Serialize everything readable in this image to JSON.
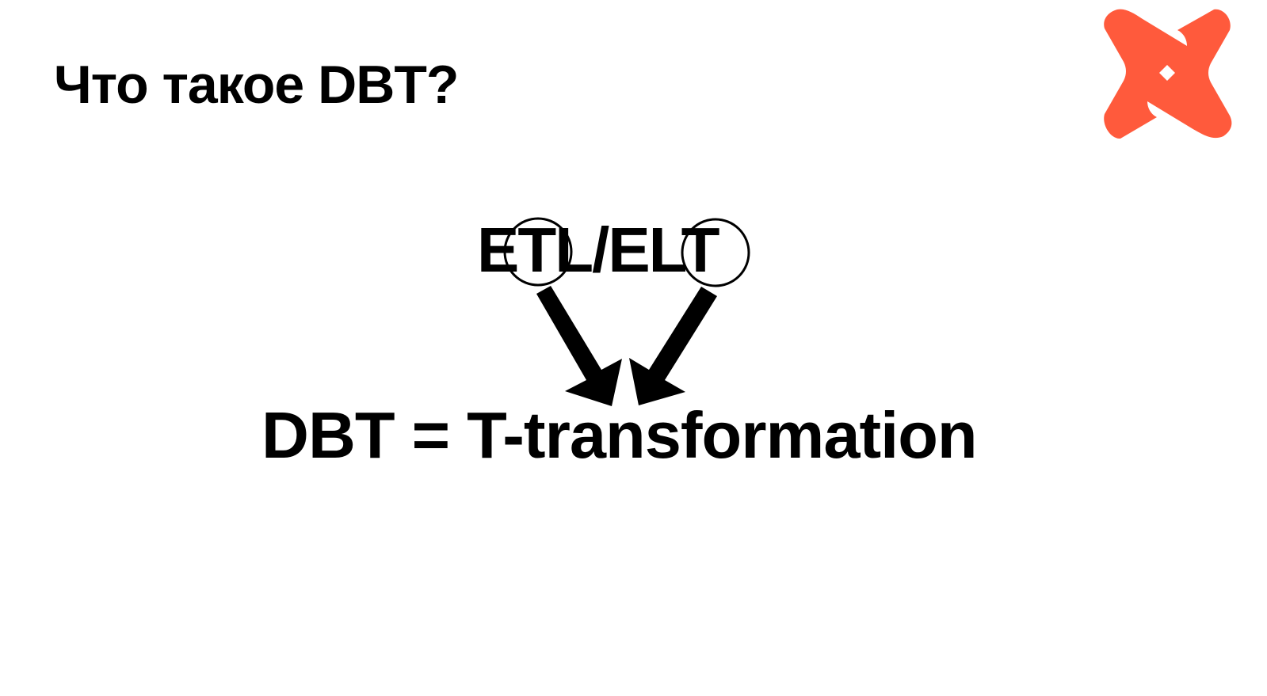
{
  "slide": {
    "title": "Что такое DBT?",
    "etl_elt_text": "ETL/ELT",
    "definition": "DBT = T-transformation",
    "logo": {
      "name": "dbt-logo-icon",
      "color": "#FF5A3C"
    }
  }
}
